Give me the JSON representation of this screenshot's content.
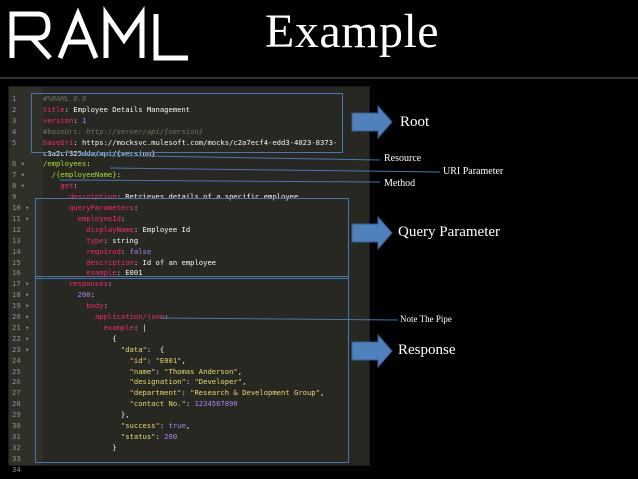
{
  "slide": {
    "title": "Example",
    "logo_text": "RAML"
  },
  "code_lines": [
    {
      "n": "1",
      "t": [
        [
          "c",
          "#%RAML 0.8"
        ]
      ]
    },
    {
      "n": "2",
      "t": [
        [
          "k",
          "title"
        ],
        [
          "w",
          ": Employee Details Management"
        ]
      ]
    },
    {
      "n": "3",
      "t": [
        [
          "k",
          "version"
        ],
        [
          "w",
          ": "
        ],
        [
          "n",
          "1"
        ]
      ]
    },
    {
      "n": "4",
      "t": [
        [
          "c",
          "#baseUri: http://server/api/{version}"
        ]
      ]
    },
    {
      "n": "5",
      "t": [
        [
          "k",
          "baseUri"
        ],
        [
          "w",
          ": https://mocksvc.mulesoft.com/mocks/c2a7ecf4-edd3-4023-8373-"
        ]
      ]
    },
    {
      "n": "",
      "t": [
        [
          "w",
          "c3a2cf325dda/api/{version}"
        ]
      ]
    },
    {
      "n": "6 ▾",
      "t": [
        [
          "g",
          "/employees"
        ],
        [
          "w",
          ":"
        ]
      ]
    },
    {
      "n": "7 ▾",
      "t": [
        [
          "w",
          "  "
        ],
        [
          "g",
          "/{employeeName}"
        ],
        [
          "w",
          ":"
        ]
      ]
    },
    {
      "n": "8 ▾",
      "t": [
        [
          "w",
          "    "
        ],
        [
          "k",
          "get"
        ],
        [
          "w",
          ":"
        ]
      ]
    },
    {
      "n": "9",
      "t": [
        [
          "w",
          "      "
        ],
        [
          "k",
          "description"
        ],
        [
          "w",
          ": Retrieves details of a specific employee."
        ]
      ]
    },
    {
      "n": "10 ▾",
      "t": [
        [
          "w",
          "      "
        ],
        [
          "k",
          "queryParameters"
        ],
        [
          "w",
          ":"
        ]
      ]
    },
    {
      "n": "11 ▾",
      "t": [
        [
          "w",
          "        "
        ],
        [
          "k",
          "employeeId"
        ],
        [
          "w",
          ":"
        ]
      ]
    },
    {
      "n": "12",
      "t": [
        [
          "w",
          "          "
        ],
        [
          "k",
          "displayName"
        ],
        [
          "w",
          ": Employee Id"
        ]
      ]
    },
    {
      "n": "13",
      "t": [
        [
          "w",
          "          "
        ],
        [
          "k",
          "type"
        ],
        [
          "w",
          ": string"
        ]
      ]
    },
    {
      "n": "14",
      "t": [
        [
          "w",
          "          "
        ],
        [
          "k",
          "required"
        ],
        [
          "w",
          ": "
        ],
        [
          "n",
          "false"
        ]
      ]
    },
    {
      "n": "15",
      "t": [
        [
          "w",
          "          "
        ],
        [
          "k",
          "description"
        ],
        [
          "w",
          ": Id of an employee"
        ]
      ]
    },
    {
      "n": "16",
      "t": [
        [
          "w",
          "          "
        ],
        [
          "k",
          "example"
        ],
        [
          "w",
          ": E001"
        ]
      ]
    },
    {
      "n": "17 ▾",
      "t": [
        [
          "w",
          "      "
        ],
        [
          "k",
          "responses"
        ],
        [
          "w",
          ":"
        ]
      ]
    },
    {
      "n": "18 ▾",
      "t": [
        [
          "w",
          "        "
        ],
        [
          "n",
          "200"
        ],
        [
          "w",
          ":"
        ]
      ]
    },
    {
      "n": "19 ▾",
      "t": [
        [
          "w",
          "          "
        ],
        [
          "k",
          "body"
        ],
        [
          "w",
          ":"
        ]
      ]
    },
    {
      "n": "20 ▾",
      "t": [
        [
          "w",
          "            "
        ],
        [
          "k",
          "application/json"
        ],
        [
          "w",
          ":"
        ]
      ]
    },
    {
      "n": "21 ▾",
      "t": [
        [
          "w",
          "              "
        ],
        [
          "k",
          "example"
        ],
        [
          "w",
          ": |"
        ]
      ]
    },
    {
      "n": "22 ▾",
      "t": [
        [
          "w",
          "                {"
        ]
      ]
    },
    {
      "n": "23 ▾",
      "t": [
        [
          "w",
          "                  "
        ],
        [
          "s",
          "\"data\""
        ],
        [
          "w",
          ":  {"
        ]
      ]
    },
    {
      "n": "24",
      "t": [
        [
          "w",
          "                    "
        ],
        [
          "s",
          "\"id\""
        ],
        [
          "w",
          ": "
        ],
        [
          "s",
          "\"E001\""
        ],
        [
          "w",
          ","
        ]
      ]
    },
    {
      "n": "25",
      "t": [
        [
          "w",
          "                    "
        ],
        [
          "s",
          "\"name\""
        ],
        [
          "w",
          ": "
        ],
        [
          "s",
          "\"Thomas Anderson\""
        ],
        [
          "w",
          ","
        ]
      ]
    },
    {
      "n": "26",
      "t": [
        [
          "w",
          "                    "
        ],
        [
          "s",
          "\"designation\""
        ],
        [
          "w",
          ": "
        ],
        [
          "s",
          "\"Developer\""
        ],
        [
          "w",
          ","
        ]
      ]
    },
    {
      "n": "27",
      "t": [
        [
          "w",
          "                    "
        ],
        [
          "s",
          "\"department\""
        ],
        [
          "w",
          ": "
        ],
        [
          "s",
          "\"Research & Development Group\""
        ],
        [
          "w",
          ","
        ]
      ]
    },
    {
      "n": "28",
      "t": [
        [
          "w",
          "                    "
        ],
        [
          "s",
          "\"contact No.\""
        ],
        [
          "w",
          ": "
        ],
        [
          "n",
          "1234567890"
        ]
      ]
    },
    {
      "n": "29",
      "t": [
        [
          "w",
          "                  },"
        ]
      ]
    },
    {
      "n": "30",
      "t": [
        [
          "w",
          "                  "
        ],
        [
          "s",
          "\"success\""
        ],
        [
          "w",
          ": "
        ],
        [
          "n",
          "true"
        ],
        [
          "w",
          ","
        ]
      ]
    },
    {
      "n": "31",
      "t": [
        [
          "w",
          "                  "
        ],
        [
          "s",
          "\"status\""
        ],
        [
          "w",
          ": "
        ],
        [
          "n",
          "200"
        ]
      ]
    },
    {
      "n": "32",
      "t": [
        [
          "w",
          "                }"
        ]
      ]
    },
    {
      "n": "33",
      "t": []
    },
    {
      "n": "34",
      "t": []
    }
  ],
  "annotations": {
    "root": "Root",
    "resource": "Resource",
    "uri_parameter": "URI Parameter",
    "method": "Method",
    "query_parameter": "Query Parameter",
    "note_pipe": "Note The Pipe",
    "response": "Response"
  },
  "colors": {
    "accent_blue": "#4a73b4",
    "arrow_blue": "#4f81bd",
    "background": "#000000",
    "editor_bg": "#272822"
  }
}
